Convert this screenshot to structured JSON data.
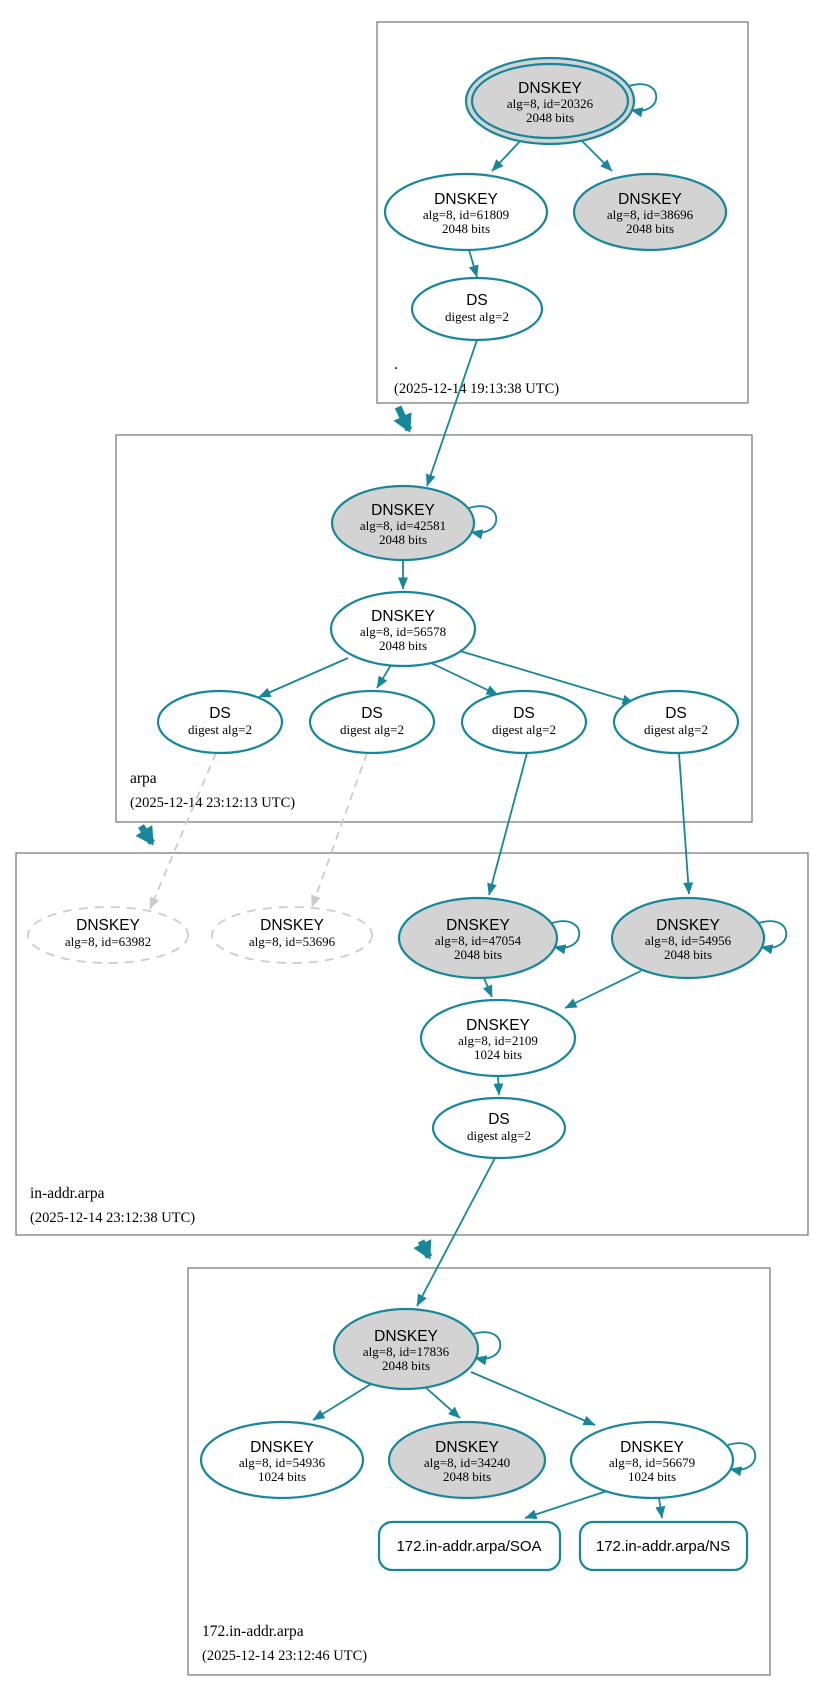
{
  "colors": {
    "teal": "#17869a",
    "node-gray": "#d3d3d3",
    "dashed-gray": "#cccccc",
    "box-border": "#7c7c7c",
    "text": "#000000",
    "bg": "#ffffff"
  },
  "zones": {
    "root": {
      "label": ".",
      "timestamp": "(2025-12-14 19:13:38 UTC)"
    },
    "arpa": {
      "label": "arpa",
      "timestamp": "(2025-12-14 23:12:13 UTC)"
    },
    "in_addr_arpa": {
      "label": "in-addr.arpa",
      "timestamp": "(2025-12-14 23:12:38 UTC)"
    },
    "t172_in_addr_arpa": {
      "label": "172.in-addr.arpa",
      "timestamp": "(2025-12-14 23:12:46 UTC)"
    }
  },
  "nodes": {
    "k20326": {
      "title": "DNSKEY",
      "detail": "alg=8, id=20326",
      "bits": "2048 bits"
    },
    "k61809": {
      "title": "DNSKEY",
      "detail": "alg=8, id=61809",
      "bits": "2048 bits"
    },
    "k38696": {
      "title": "DNSKEY",
      "detail": "alg=8, id=38696",
      "bits": "2048 bits"
    },
    "ds_root": {
      "title": "DS",
      "detail": "digest alg=2"
    },
    "k42581": {
      "title": "DNSKEY",
      "detail": "alg=8, id=42581",
      "bits": "2048 bits"
    },
    "k56578": {
      "title": "DNSKEY",
      "detail": "alg=8, id=56578",
      "bits": "2048 bits"
    },
    "ds_arpa_1": {
      "title": "DS",
      "detail": "digest alg=2"
    },
    "ds_arpa_2": {
      "title": "DS",
      "detail": "digest alg=2"
    },
    "ds_arpa_3": {
      "title": "DS",
      "detail": "digest alg=2"
    },
    "ds_arpa_4": {
      "title": "DS",
      "detail": "digest alg=2"
    },
    "k63982": {
      "title": "DNSKEY",
      "detail": "alg=8, id=63982"
    },
    "k53696": {
      "title": "DNSKEY",
      "detail": "alg=8, id=53696"
    },
    "k47054": {
      "title": "DNSKEY",
      "detail": "alg=8, id=47054",
      "bits": "2048 bits"
    },
    "k54956": {
      "title": "DNSKEY",
      "detail": "alg=8, id=54956",
      "bits": "2048 bits"
    },
    "k2109": {
      "title": "DNSKEY",
      "detail": "alg=8, id=2109",
      "bits": "1024 bits"
    },
    "ds_in_addr": {
      "title": "DS",
      "detail": "digest alg=2"
    },
    "k17836": {
      "title": "DNSKEY",
      "detail": "alg=8, id=17836",
      "bits": "2048 bits"
    },
    "k54936": {
      "title": "DNSKEY",
      "detail": "alg=8, id=54936",
      "bits": "1024 bits"
    },
    "k34240": {
      "title": "DNSKEY",
      "detail": "alg=8, id=34240",
      "bits": "2048 bits"
    },
    "k56679": {
      "title": "DNSKEY",
      "detail": "alg=8, id=56679",
      "bits": "1024 bits"
    },
    "rrset_soa": {
      "label": "172.in-addr.arpa/SOA"
    },
    "rrset_ns": {
      "label": "172.in-addr.arpa/NS"
    }
  }
}
